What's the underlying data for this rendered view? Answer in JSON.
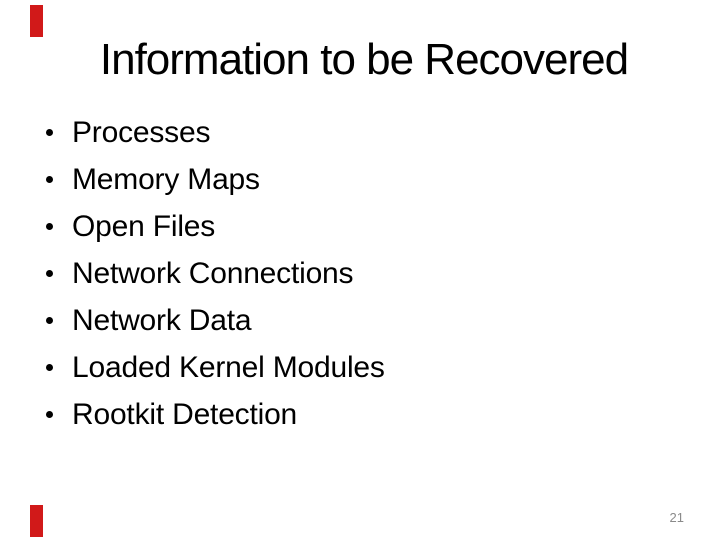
{
  "slide": {
    "title": "Information to be Recovered",
    "bullets": [
      "Processes",
      "Memory Maps",
      "Open Files",
      "Network Connections",
      "Network Data",
      "Loaded Kernel Modules",
      "Rootkit Detection"
    ],
    "page_number": "21"
  },
  "colors": {
    "background": "#ffffff",
    "text": "#000000",
    "accent_red": "#d11919",
    "page_number_gray": "#8a8a8a"
  }
}
